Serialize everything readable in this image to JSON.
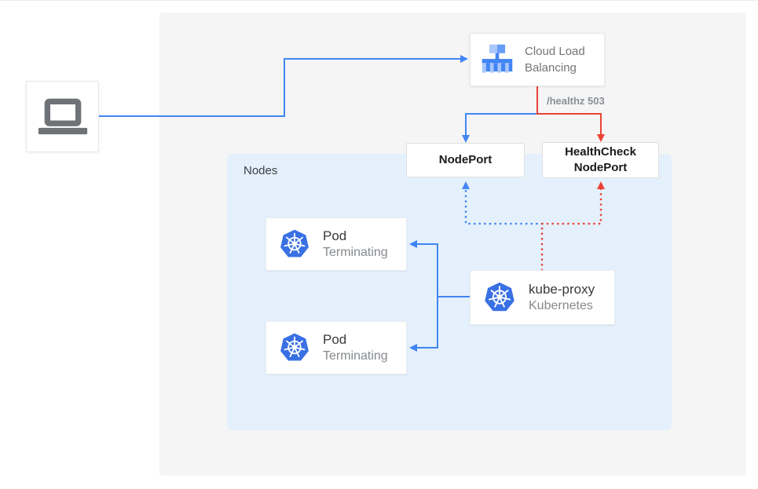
{
  "colors": {
    "accent_blue": "#4285F4",
    "accent_red": "#EA4335",
    "outer_panel_bg": "#F5F5F5",
    "nodes_panel_bg": "#E4F0FC",
    "kubernetes_icon_blue": "#3970E4",
    "clb_icon_blue": "#4285F4",
    "clb_icon_light_blue": "#A8C7FA",
    "laptop_gray": "#6F7276",
    "secondary_text_gray": "#80868B"
  },
  "client": {
    "icon": "laptop-icon"
  },
  "load_balancer": {
    "label": "Cloud Load Balancing",
    "icon": "cloud-load-balancing-icon"
  },
  "edge_labels": {
    "healthz": "/healthz 503"
  },
  "ports": {
    "node_port": "NodePort",
    "health_check_node_port": "HealthCheck NodePort"
  },
  "nodes_panel": {
    "label": "Nodes"
  },
  "pods": [
    {
      "name": "Pod",
      "status": "Terminating",
      "icon": "kubernetes-icon"
    },
    {
      "name": "Pod",
      "status": "Terminating",
      "icon": "kubernetes-icon"
    }
  ],
  "kube_proxy": {
    "name": "kube-proxy",
    "subtitle": "Kubernetes",
    "icon": "kubernetes-icon"
  },
  "connections": [
    {
      "from": "client",
      "to": "cloud-load-balancing",
      "color": "blue",
      "style": "solid-arrow"
    },
    {
      "from": "cloud-load-balancing",
      "to": "node-port",
      "color": "blue",
      "style": "solid-arrow"
    },
    {
      "from": "cloud-load-balancing",
      "to": "health-check-node-port",
      "color": "red",
      "style": "solid-arrow",
      "label": "/healthz 503"
    },
    {
      "from": "kube-proxy",
      "to": "node-port",
      "color": "blue",
      "style": "dotted-arrow"
    },
    {
      "from": "kube-proxy",
      "to": "health-check-node-port",
      "color": "red",
      "style": "dotted-arrow"
    },
    {
      "from": "kube-proxy",
      "to": "pod-1",
      "color": "blue",
      "style": "solid-arrow"
    },
    {
      "from": "kube-proxy",
      "to": "pod-2",
      "color": "blue",
      "style": "solid-arrow"
    }
  ]
}
